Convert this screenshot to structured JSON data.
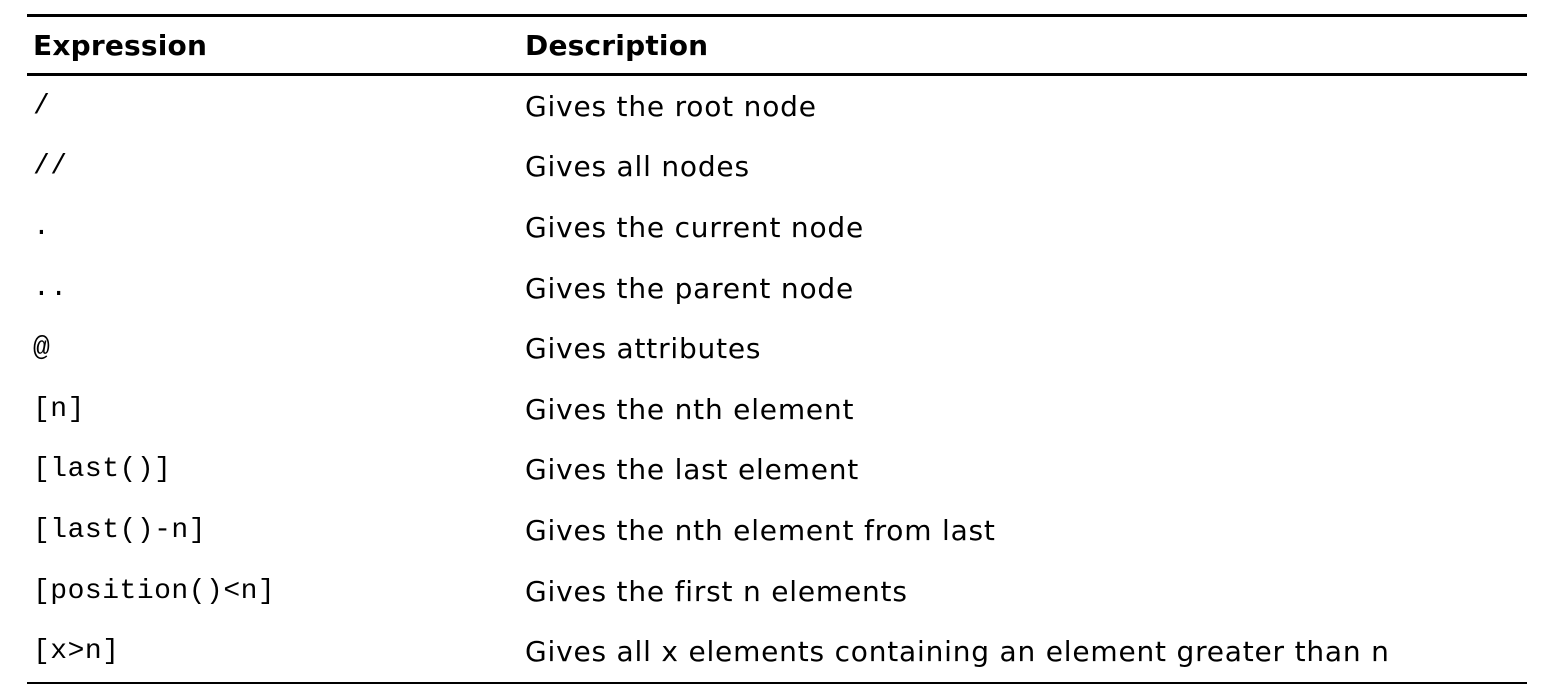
{
  "colors": {
    "ink": "#000000",
    "paper": "#ffffff"
  },
  "table": {
    "columns": [
      {
        "key": "expression",
        "label": "Expression"
      },
      {
        "key": "description",
        "label": "Description"
      }
    ],
    "rows": [
      {
        "expression": "/",
        "description": "Gives the root node"
      },
      {
        "expression": "//",
        "description": "Gives all nodes"
      },
      {
        "expression": ".",
        "description": "Gives the current node"
      },
      {
        "expression": "..",
        "description": "Gives the parent node"
      },
      {
        "expression": "@",
        "description": "Gives attributes"
      },
      {
        "expression": "[n]",
        "description": "Gives the nth element"
      },
      {
        "expression": "[last()]",
        "description": "Gives the last element"
      },
      {
        "expression": "[last()-n]",
        "description": "Gives the nth element from last"
      },
      {
        "expression": "[position()<n]",
        "description": "Gives the first n elements"
      },
      {
        "expression": "[x>n]",
        "description": "Gives all x elements containing an element greater than n"
      }
    ]
  }
}
